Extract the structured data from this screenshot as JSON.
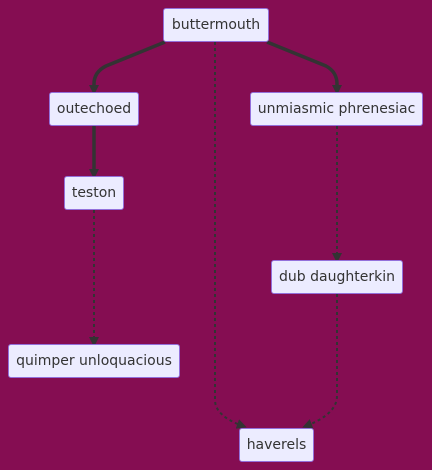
{
  "canvas": {
    "background": "#850d52"
  },
  "colors": {
    "node_fill": "#ececff",
    "node_border": "#9370db",
    "node_text": "#333333",
    "edge": "#333333"
  },
  "nodes": {
    "buttermouth": "buttermouth",
    "outechoed": "outechoed",
    "unmiasmic_phrenesiac": "unmiasmic phrenesiac",
    "teston": "teston",
    "dub_daughterkin": "dub daughterkin",
    "quimper_unloquacious": "quimper unloquacious",
    "haverels": "haverels"
  },
  "edges": [
    {
      "from": "buttermouth",
      "to": "outechoed",
      "style": "thick"
    },
    {
      "from": "buttermouth",
      "to": "unmiasmic_phrenesiac",
      "style": "thick"
    },
    {
      "from": "buttermouth",
      "to": "haverels",
      "style": "dotted"
    },
    {
      "from": "outechoed",
      "to": "teston",
      "style": "thick"
    },
    {
      "from": "teston",
      "to": "quimper_unloquacious",
      "style": "dotted"
    },
    {
      "from": "unmiasmic_phrenesiac",
      "to": "dub_daughterkin",
      "style": "dotted"
    },
    {
      "from": "dub_daughterkin",
      "to": "haverels",
      "style": "dotted"
    }
  ]
}
